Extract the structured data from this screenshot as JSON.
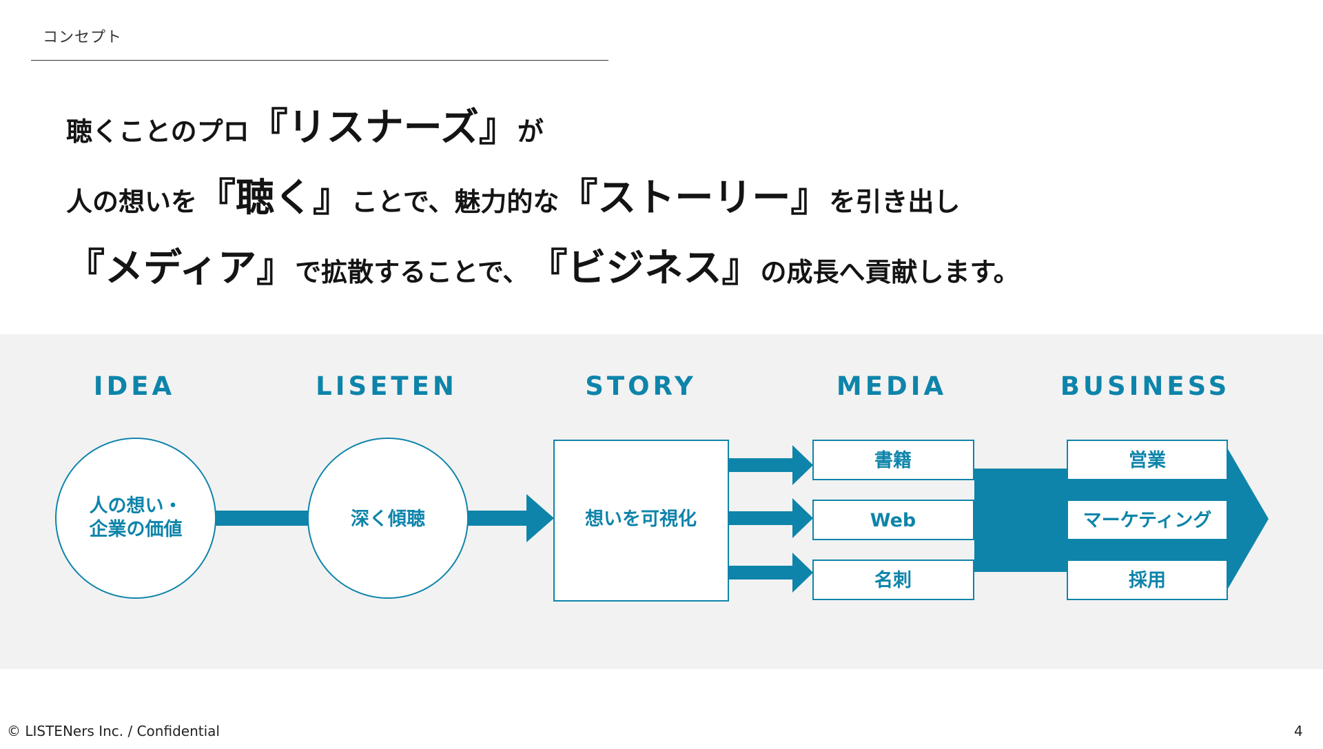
{
  "header": {
    "section_label": "コンセプト"
  },
  "headline": {
    "line1": [
      {
        "text": "聴くことのプロ",
        "size": "sm"
      },
      {
        "text": "『リスナーズ』",
        "size": "lg"
      },
      {
        "text": "が",
        "size": "sm"
      }
    ],
    "line2": [
      {
        "text": "人の想いを",
        "size": "sm"
      },
      {
        "text": "『聴く』",
        "size": "lg"
      },
      {
        "text": "ことで、魅力的な",
        "size": "sm"
      },
      {
        "text": "『ストーリー』",
        "size": "lg"
      },
      {
        "text": "を引き出し",
        "size": "sm"
      }
    ],
    "line3": [
      {
        "text": "『メディア』",
        "size": "lg"
      },
      {
        "text": "で拡散することで、",
        "size": "sm"
      },
      {
        "text": "『ビジネス』",
        "size": "lg"
      },
      {
        "text": "の成長へ貢献します。",
        "size": "sm"
      }
    ]
  },
  "colors": {
    "accent": "#0e84aa",
    "band_background": "#f2f2f2",
    "text": "#141414"
  },
  "flow": {
    "stages": {
      "idea": {
        "title": "IDEA",
        "node_line1": "人の想い・",
        "node_line2": "企業の価値"
      },
      "listen": {
        "title": "LISETEN",
        "node": "深く傾聴"
      },
      "story": {
        "title": "STORY",
        "node": "想いを可視化"
      },
      "media": {
        "title": "MEDIA",
        "items": [
          "書籍",
          "Web",
          "名刺"
        ]
      },
      "business": {
        "title": "BUSINESS",
        "items": [
          "営業",
          "マーケティング",
          "採用"
        ]
      }
    }
  },
  "footer": {
    "copyright": "© LISTENers Inc. / Confidential",
    "page_number": "4"
  }
}
